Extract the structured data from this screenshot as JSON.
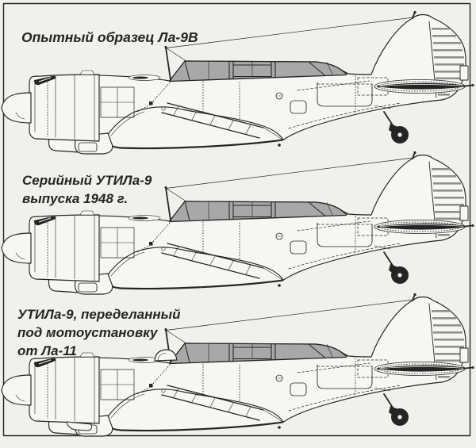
{
  "page": {
    "colors": {
      "paper": "#f2f0ec",
      "paper-light": "#f7f6f2",
      "ink": "#242424",
      "glass": "#a8a8a8",
      "stripe": "#8f8f8f"
    }
  },
  "figures": [
    {
      "id": "la9v-prototype",
      "caption_lines": [
        "Опытный образец Ла-9В"
      ]
    },
    {
      "id": "uti-la9-serial-1948",
      "caption_lines": [
        "Серийный УТИЛа-9",
        "выпуска 1948 г."
      ]
    },
    {
      "id": "uti-la9-with-la11-powerplant",
      "caption_lines": [
        "УТИЛа-9, переделанный",
        "под мотоустановку",
        "от Ла-11"
      ]
    }
  ]
}
